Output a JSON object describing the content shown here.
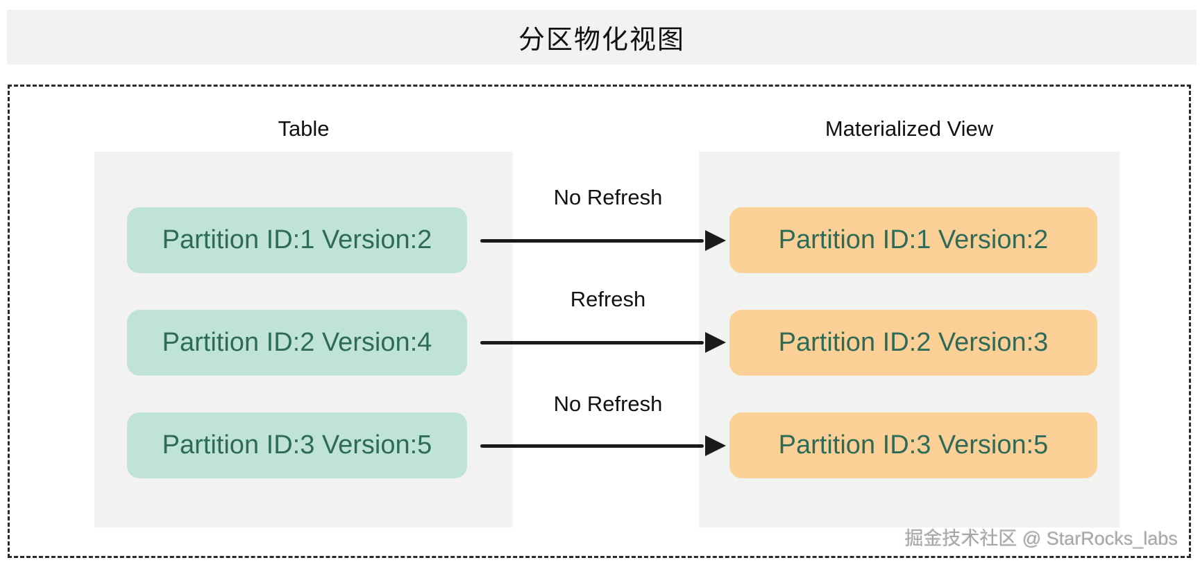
{
  "title": "分区物化视图",
  "table_column": {
    "header": "Table",
    "partitions": [
      "Partition ID:1 Version:2",
      "Partition ID:2 Version:4",
      "Partition ID:3 Version:5"
    ]
  },
  "mv_column": {
    "header": "Materialized View",
    "partitions": [
      "Partition ID:1 Version:2",
      "Partition ID:2 Version:3",
      "Partition ID:3 Version:5"
    ]
  },
  "arrows": [
    {
      "label": "No Refresh"
    },
    {
      "label": "Refresh"
    },
    {
      "label": "No Refresh"
    }
  ],
  "watermark": "掘金技术社区 @ StarRocks_labs",
  "colors": {
    "titlebar_bg": "#f2f2f2",
    "panel_bg": "#f2f2f1",
    "table_box_bg": "#bfe3d6",
    "mv_box_bg": "#fbd096",
    "box_text": "#2e6a58",
    "arrow": "#1a1a1a",
    "dashed_border": "#2b2b2b",
    "watermark_text": "#a6a6a6"
  }
}
